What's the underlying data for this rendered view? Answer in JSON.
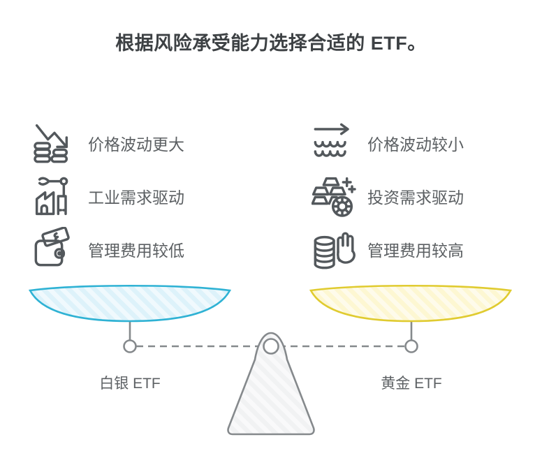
{
  "title": "根据风险承受能力选择合适的 ETF。",
  "scale": {
    "left": {
      "label": "白银 ETF",
      "items": [
        {
          "icon": "trend-down-coins-icon",
          "text": "价格波动更大"
        },
        {
          "icon": "factory-robot-arm-icon",
          "text": "工业需求驱动"
        },
        {
          "icon": "wallet-banknote-icon",
          "text": "管理费用较低"
        }
      ]
    },
    "right": {
      "label": "黄金 ETF",
      "items": [
        {
          "icon": "steady-arrow-waves-icon",
          "text": "价格波动较小"
        },
        {
          "icon": "gold-bars-plus-icon",
          "text": "投资需求驱动"
        },
        {
          "icon": "hand-coins-icon",
          "text": "管理费用较高"
        }
      ]
    }
  },
  "colors": {
    "title": "#3d4144",
    "item-text": "#5b5f62",
    "icon-stroke": "#53585c",
    "label-text": "#5d6164",
    "pan-blue-stroke": "#2fb2d4",
    "pan-blue-fill": "#ddf2fa",
    "pan-yellow-stroke": "#e0cb30",
    "pan-yellow-fill": "#fdf7d2",
    "stand-stroke": "#85898c",
    "stand-fill": "#f1f2f3"
  }
}
